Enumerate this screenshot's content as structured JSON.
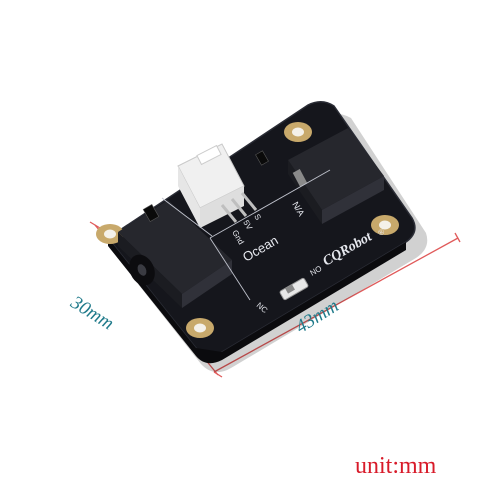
{
  "board": {
    "brand": "CQRobot",
    "brand_mark": "®",
    "model_text": "Ocean",
    "pin_labels": [
      "Gnd",
      "5V",
      "S"
    ],
    "output_label": "N/A",
    "contact_labels": [
      "NO",
      "NC"
    ],
    "board_color": "#15161c",
    "pad_color": "#c8a96b"
  },
  "dimensions": {
    "width_label": "43mm",
    "height_label": "30mm",
    "line_color": "#e05a5a",
    "label_color": "#1f7a8a"
  },
  "unit": {
    "label": "unit:mm",
    "color": "#d81b2a"
  }
}
